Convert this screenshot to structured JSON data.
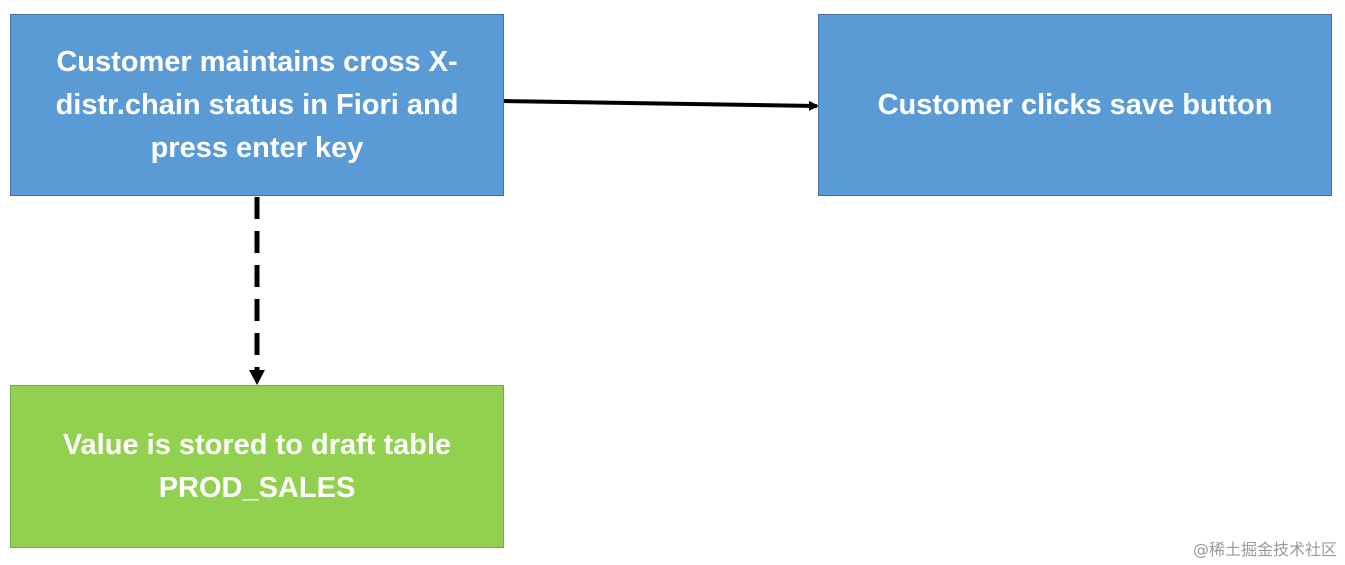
{
  "nodes": {
    "enter": {
      "text": "Customer maintains cross X-\ndistr.chain status in Fiori and\npress enter key",
      "fill": "#5b9bd5"
    },
    "save": {
      "text": "Customer clicks save button",
      "fill": "#5b9bd5"
    },
    "draft": {
      "text": "Value is stored to draft table\nPROD_SALES",
      "fill": "#92d050"
    }
  },
  "edges": [
    {
      "from": "enter",
      "to": "save",
      "style": "solid"
    },
    {
      "from": "enter",
      "to": "draft",
      "style": "dashed"
    }
  ],
  "watermark": "@稀土掘金技术社区"
}
